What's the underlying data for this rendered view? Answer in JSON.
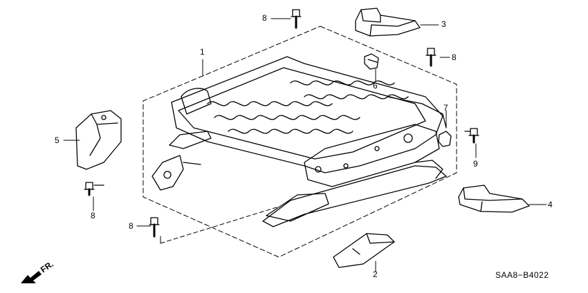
{
  "diagram": {
    "callouts": {
      "p1": "1",
      "p2": "2",
      "p3": "3",
      "p4": "4",
      "p5": "5",
      "p6": "6",
      "p7": "7",
      "p8a": "8",
      "p8b": "8",
      "p8c": "8",
      "p8d": "8",
      "p9": "9"
    },
    "direction_label": "FR.",
    "diagram_code": "SAA8−B4022"
  }
}
